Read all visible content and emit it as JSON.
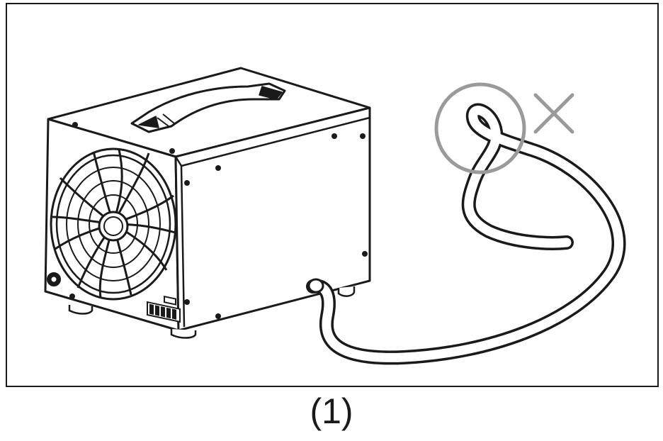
{
  "figure": {
    "caption": "(1)",
    "illustration": "dehumidifier-with-drain-hose",
    "incorrect_marker": "circled-kink-with-x",
    "colors": {
      "line": "#1a1a1a",
      "marker": "#9a9a9a",
      "background": "#ffffff"
    }
  }
}
